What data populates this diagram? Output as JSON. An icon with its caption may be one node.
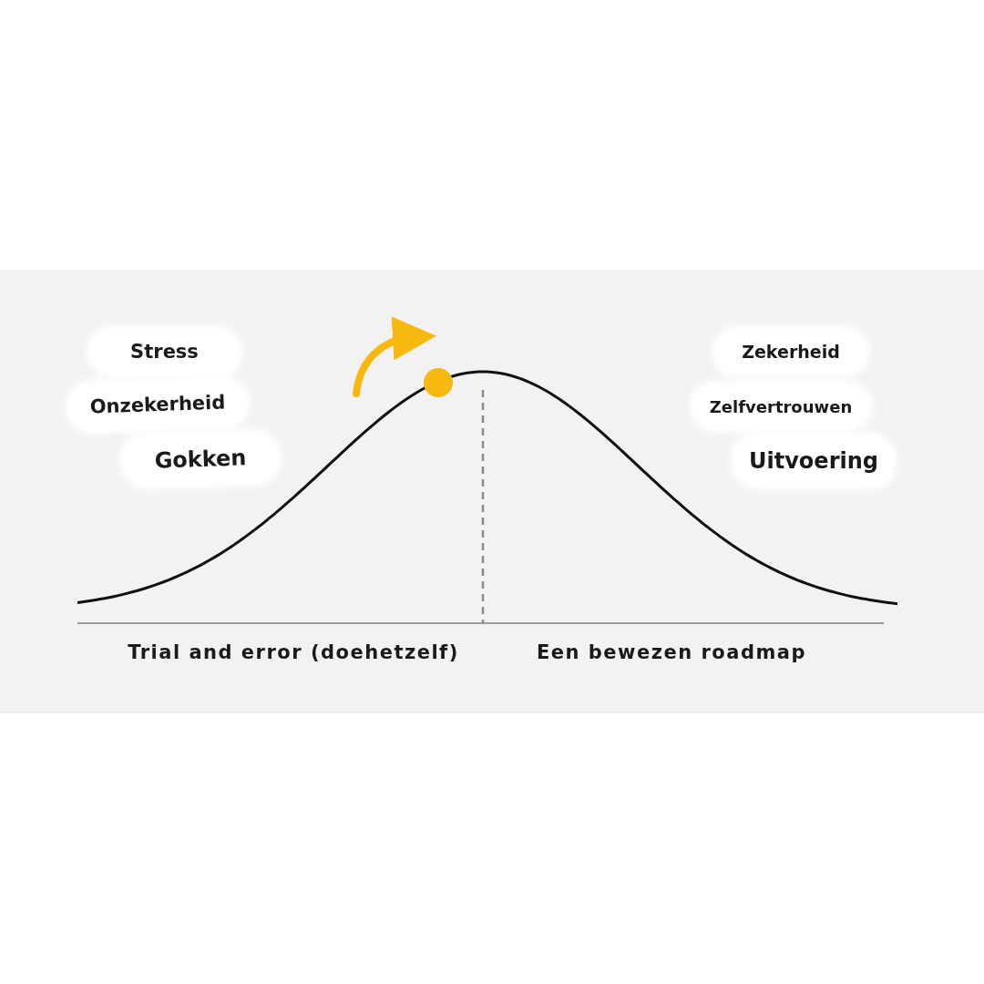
{
  "diagram": {
    "nodes": [
      {
        "text": [
          "Stress"
        ]
      },
      {
        "text": [
          "Onzekerheid"
        ]
      },
      {
        "text": [
          "Gokken"
        ]
      },
      {
        "text": [
          "Zekerheid"
        ]
      },
      {
        "text": [
          "Zelfvertrouwen"
        ]
      },
      {
        "text": [
          "Uitvoering"
        ]
      }
    ],
    "labels": [
      "Trial and error (doehetzelf)",
      "Een bewezen roadmap"
    ]
  }
}
